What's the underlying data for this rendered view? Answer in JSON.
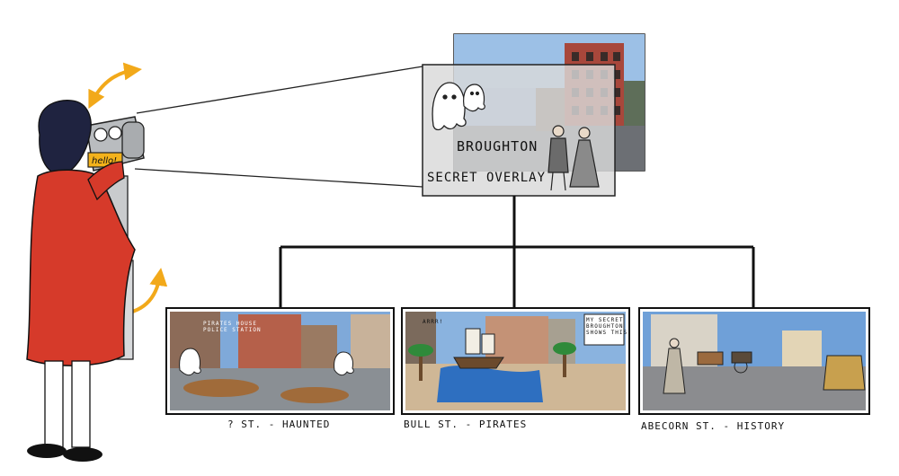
{
  "overlay": {
    "street_label": "BROUGHTON",
    "caption": "SECRET OVERLAY"
  },
  "viewer": {
    "badge_text": "hello!"
  },
  "panels": [
    {
      "caption": "? ST. - HAUNTED",
      "sketch_text": "PIRATES HOUSE\nPOLICE STATION"
    },
    {
      "caption": "BULL ST. - PIRATES",
      "sketch_text": "MY SECRET\nBROUGHTON\nSHOWS THIS!",
      "flag_text": "ARRR!"
    },
    {
      "caption": "ABECORN ST. - HISTORY"
    }
  ],
  "colors": {
    "coat": "#d63a2a",
    "arrow": "#f2a91a",
    "hair": "#1f2340",
    "binocular": "#b9bcbf",
    "badge": "#f3b21b",
    "sky": "#6fa0d8"
  }
}
